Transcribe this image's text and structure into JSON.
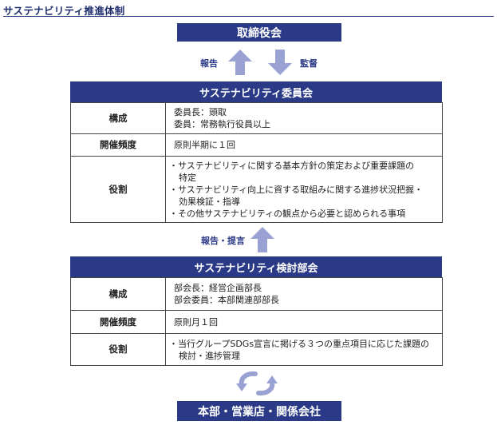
{
  "page_title": "サステナビリティ推進体制",
  "board": "取締役会",
  "arrow_up_label": "報告",
  "arrow_down_label": "監督",
  "committee": {
    "header": "サステナビリティ委員会",
    "rows": {
      "composition_label": "構成",
      "composition_line1": "委員長：頭取",
      "composition_line2": "委員：常務執行役員以上",
      "frequency_label": "開催頻度",
      "frequency_value": "原則半期に１回",
      "role_label": "役割",
      "role_1a": "・サステナビリティに関する基本方針の策定および重要課題の",
      "role_1b": "特定",
      "role_2a": "・サステナビリティ向上に資する取組みに関する進捗状況把握・",
      "role_2b": "効果検証・指導",
      "role_3": "・その他サステナビリティの観点から必要と認められる事項"
    }
  },
  "middle_arrow_label": "報告・提言",
  "subcommittee": {
    "header": "サステナビリティ検討部会",
    "rows": {
      "composition_label": "構成",
      "composition_line1": "部会長：経営企画部長",
      "composition_line2": "部会委員：本部関連部部長",
      "frequency_label": "開催頻度",
      "frequency_value": "原則月１回",
      "role_label": "役割",
      "role_1a": "・当行グループSDGs宣言に掲げる３つの重点項目に応じた課題の",
      "role_1b": "検討・進捗管理"
    }
  },
  "bottom_box": "本部・営業店・関係会社",
  "colors": {
    "navy": "#2b3a86",
    "arrow": "#9aa2d4"
  }
}
